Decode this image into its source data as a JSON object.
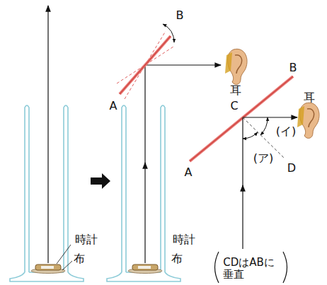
{
  "diagram": {
    "labels": [
      "B",
      "耳",
      "A",
      "B",
      "耳",
      "C",
      "A",
      "(イ)",
      "(ア)",
      "D",
      "時計",
      "布",
      "時計",
      "布",
      "CDはABに垂直"
    ]
  }
}
